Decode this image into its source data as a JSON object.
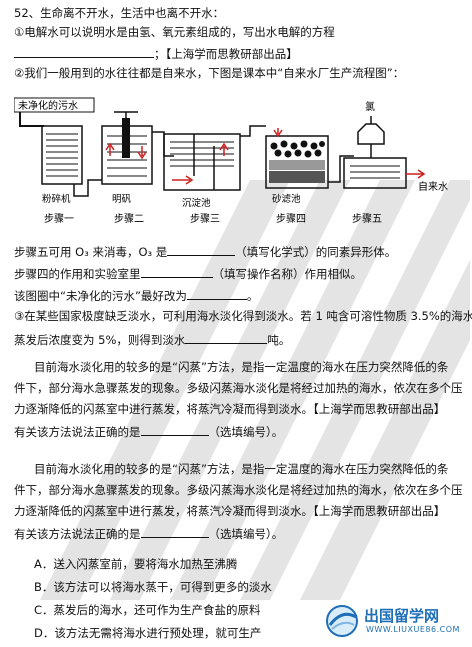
{
  "q52": {
    "title": "52、生命离不开水，生活中也离不开水：",
    "part1_line1": "①电解水可以说明水是由氢、氧元素组成的，写出水电解的方程",
    "part1_line2_end": "；【上海学而思教研部出品】",
    "part2_line": "②我们一般用到的水往往都是自来水，下图是课本中“自来水厂生产流程图”："
  },
  "diagram": {
    "label_raw_water": "未净化的污水",
    "label_chlorine": "氯",
    "label_tap_water": "自来水",
    "label_crusher": "粉碎机",
    "label_alum": "明矾",
    "label_settling": "沉淀池",
    "label_sand": "砂滤池",
    "steps": [
      "步骤一",
      "步骤二",
      "步骤三",
      "步骤四",
      "步骤五"
    ]
  },
  "lines": {
    "l_o3_a": "步骤五可用 O₃ 来消毒，O₃ 是",
    "l_o3_b": "（填写化学式）的同素异形体。",
    "l_step4_a": "步骤四的作用和实验室里",
    "l_step4_b": "（填写操作名称）作用相似。",
    "l_change_a": "该图圈中“未净化的污水”最好改为",
    "l_change_b": "。",
    "l_p3_1": "③在某些国家极度缺乏淡水，可利用海水淡化得到淡水。若 1 吨含可溶性物质 3.5%的海水",
    "l_p3_2a": "蒸发后浓度变为 5%，则得到淡水",
    "l_p3_2b": "吨。"
  },
  "para1": {
    "l1": "目前海水淡化用的较多的是“闪蒸”方法，是指一定温度的海水在压力突然降低的条",
    "l2": "件下，部分海水急骤蒸发的现象。多级闪蒸海水淡化是将经过加热的海水，依次在多个压",
    "l3": "力逐渐降低的闪蒸室中进行蒸发，将蒸汽冷凝而得到淡水。【上海学而思教研部出品】",
    "l4a": "有关该方法说法正确的是",
    "l4b": "（选填编号）。"
  },
  "para2": {
    "l1": "目前海水淡化用的较多的是“闪蒸”方法，是指一定温度的海水在压力突然降低的条",
    "l2": "件下，部分海水急骤蒸发的现象。多级闪蒸海水淡化是将经过加热的海水，依次在多个压",
    "l3": "力逐渐降低的闪蒸室中进行蒸发，将蒸汽冷凝而得到淡水。【上海学而思教研部出品】",
    "l4a": "有关该方法说法正确的是",
    "l4b": "（选填编号）。"
  },
  "options": [
    "A．送入闪蒸室前，要将海水加热至沸腾",
    "B．该方法可以将海水蒸干，可得到更多的淡水",
    "C．蒸发后的海水，还可作为生产食盐的原料",
    "D．该方法无需将海水进行预处理，就可生产"
  ],
  "logo": {
    "title": "出国留学网",
    "url": "WWW.LIUXUE86.COM"
  },
  "colors": {
    "arrow_red": "#cc2020",
    "water_blue": "#1a1a1a",
    "logo_blue": "#1e6fb8",
    "watermark_gray": "#c8c8c8"
  }
}
